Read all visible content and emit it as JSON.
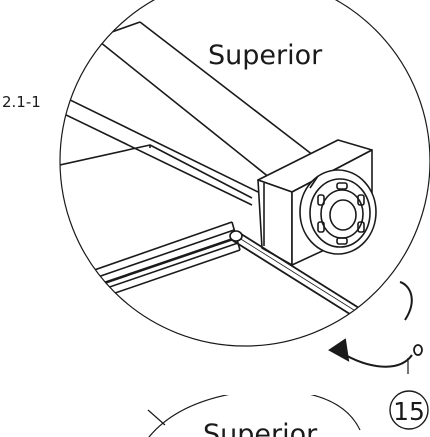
{
  "step_label": "2.1-1",
  "detail_view_label": "Superior",
  "callout_number": "15",
  "lower_view_label": "Superior"
}
